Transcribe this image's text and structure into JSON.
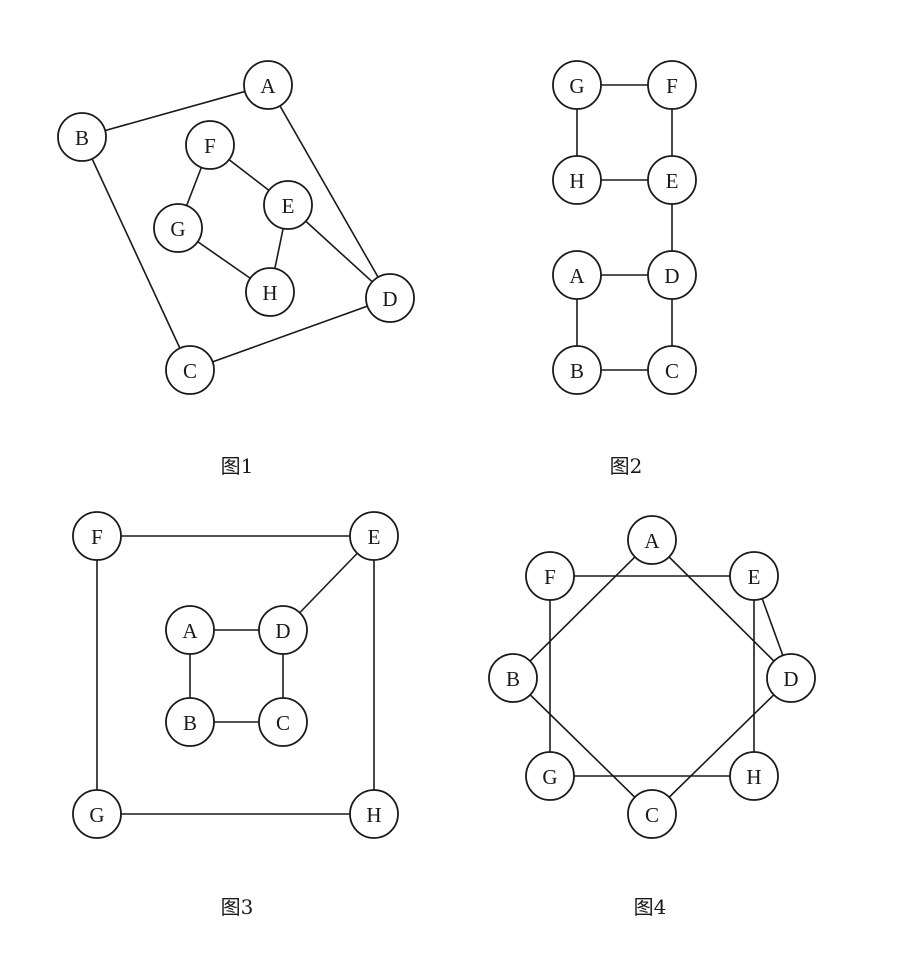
{
  "figures": [
    {
      "caption": "图1",
      "nodes": [
        "A",
        "B",
        "C",
        "D",
        "E",
        "F",
        "G",
        "H"
      ],
      "edges": [
        [
          "A",
          "B"
        ],
        [
          "B",
          "C"
        ],
        [
          "C",
          "D"
        ],
        [
          "D",
          "A"
        ],
        [
          "F",
          "E"
        ],
        [
          "E",
          "H"
        ],
        [
          "H",
          "G"
        ],
        [
          "G",
          "F"
        ],
        [
          "E",
          "D"
        ]
      ]
    },
    {
      "caption": "图2",
      "nodes": [
        "G",
        "F",
        "H",
        "E",
        "A",
        "D",
        "B",
        "C"
      ],
      "edges": [
        [
          "G",
          "F"
        ],
        [
          "G",
          "H"
        ],
        [
          "H",
          "E"
        ],
        [
          "F",
          "E"
        ],
        [
          "E",
          "D"
        ],
        [
          "A",
          "D"
        ],
        [
          "A",
          "B"
        ],
        [
          "B",
          "C"
        ],
        [
          "D",
          "C"
        ]
      ]
    },
    {
      "caption": "图3",
      "nodes": [
        "F",
        "E",
        "A",
        "D",
        "B",
        "C",
        "G",
        "H"
      ],
      "edges": [
        [
          "F",
          "E"
        ],
        [
          "F",
          "G"
        ],
        [
          "G",
          "H"
        ],
        [
          "E",
          "H"
        ],
        [
          "E",
          "D"
        ],
        [
          "A",
          "D"
        ],
        [
          "A",
          "B"
        ],
        [
          "B",
          "C"
        ],
        [
          "D",
          "C"
        ]
      ]
    },
    {
      "caption": "图4",
      "nodes": [
        "A",
        "F",
        "E",
        "B",
        "D",
        "G",
        "H",
        "C"
      ],
      "edges": [
        [
          "A",
          "B"
        ],
        [
          "B",
          "C"
        ],
        [
          "C",
          "D"
        ],
        [
          "D",
          "A"
        ],
        [
          "F",
          "E"
        ],
        [
          "E",
          "H"
        ],
        [
          "H",
          "G"
        ],
        [
          "G",
          "F"
        ],
        [
          "E",
          "D"
        ]
      ]
    }
  ]
}
